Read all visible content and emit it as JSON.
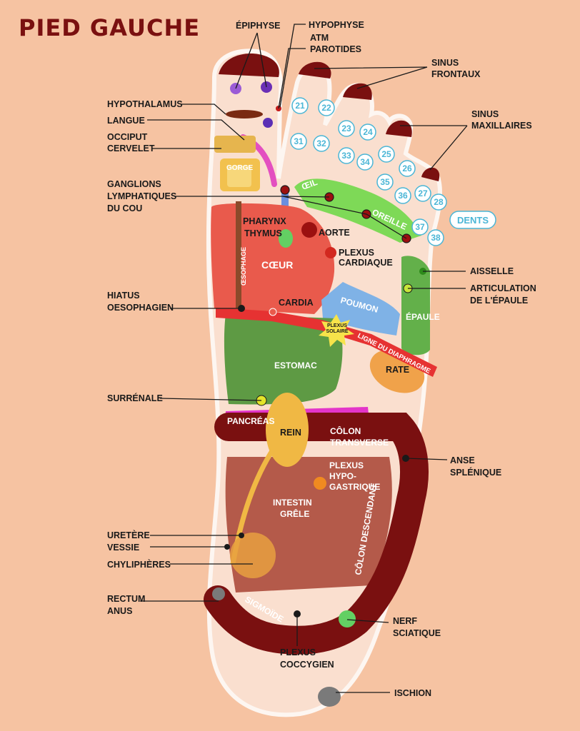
{
  "title": "PIED GAUCHE",
  "colors": {
    "background": "#f6c3a2",
    "foot_outline": "#fbe5d8",
    "heart": "#e95a4c",
    "stomach": "#5e9a44",
    "colon": "#7a1010",
    "intestine": "#b45a4a",
    "kidney": "#f0b844",
    "pancreas": "#e335c9",
    "lung": "#7fb2e6",
    "eye_ear_shoulder": "#7ed957",
    "diaphragm": "#e63232",
    "spleen": "#f0a24a",
    "title": "#7a1010"
  },
  "labels": {
    "epiphyse": "ÉPIPHYSE",
    "hypophyse": "HYPOPHYSE",
    "atm_parotides_1": "ATM",
    "atm_parotides_2": "PAROTIDES",
    "sinus_frontaux_1": "SINUS",
    "sinus_frontaux_2": "FRONTAUX",
    "sinus_maxillaires_1": "SINUS",
    "sinus_maxillaires_2": "MAXILLAIRES",
    "hypothalamus": "HYPOTHALAMUS",
    "langue": "LANGUE",
    "occiput_1": "OCCIPUT",
    "occiput_2": "CERVELET",
    "ganglions_1": "GANGLIONS",
    "ganglions_2": "LYMPHATIQUES",
    "ganglions_3": "DU COU",
    "hiatus_1": "HIATUS",
    "hiatus_2": "OESOPHAGIEN",
    "surrenale": "SURRÉNALE",
    "uretere": "URETÈRE",
    "vessie": "VESSIE",
    "chylipheres": "CHYLIPHÈRES",
    "rectum_1": "RECTUM",
    "rectum_2": "ANUS",
    "aisselle": "AISSELLE",
    "articulation_1": "ARTICULATION",
    "articulation_2": "DE L'ÉPAULE",
    "anse_1": "ANSE",
    "anse_2": "SPLÉNIQUE",
    "nerf_1": "NERF",
    "nerf_2": "SCIATIQUE",
    "coccygien_1": "PLEXUS",
    "coccygien_2": "COCCYGIEN",
    "ischion": "ISCHION"
  },
  "inner_labels": {
    "gorge": "GORGE",
    "pharynx": "PHARYNX",
    "thymus": "THYMUS",
    "aorte": "AORTE",
    "plexus_cardiaque_1": "PLEXUS",
    "plexus_cardiaque_2": "CARDIAQUE",
    "oesophage": "ŒSOPHAGE",
    "coeur": "CŒUR",
    "cardia": "CARDIA",
    "poumon": "POUMON",
    "plexus_solaire_1": "PLEXUS",
    "plexus_solaire_2": "SOLAIRE",
    "ligne_diaphragme": "LIGNE DU DIAPHRAGME",
    "estomac": "ESTOMAC",
    "rate": "RATE",
    "epaule": "ÉPAULE",
    "oeil": "ŒIL",
    "oreille": "OREILLE",
    "dents": "DENTS",
    "pancreas": "PANCRÉAS",
    "rein": "REIN",
    "colon_transverse_1": "CÔLON",
    "colon_transverse_2": "TRANSVERSE",
    "plexus_hypo_1": "PLEXUS",
    "plexus_hypo_2": "HYPO-",
    "plexus_hypo_3": "GASTRIQUE",
    "intestin_1": "INTESTIN",
    "intestin_2": "GRÊLE",
    "colon_descendant": "CÔLON DESCENDANT",
    "sigmoide": "SIGMOÏDE"
  },
  "teeth_numbers": [
    "21",
    "22",
    "31",
    "32",
    "23",
    "24",
    "33",
    "34",
    "25",
    "26",
    "35",
    "36",
    "27",
    "28",
    "37",
    "38"
  ]
}
